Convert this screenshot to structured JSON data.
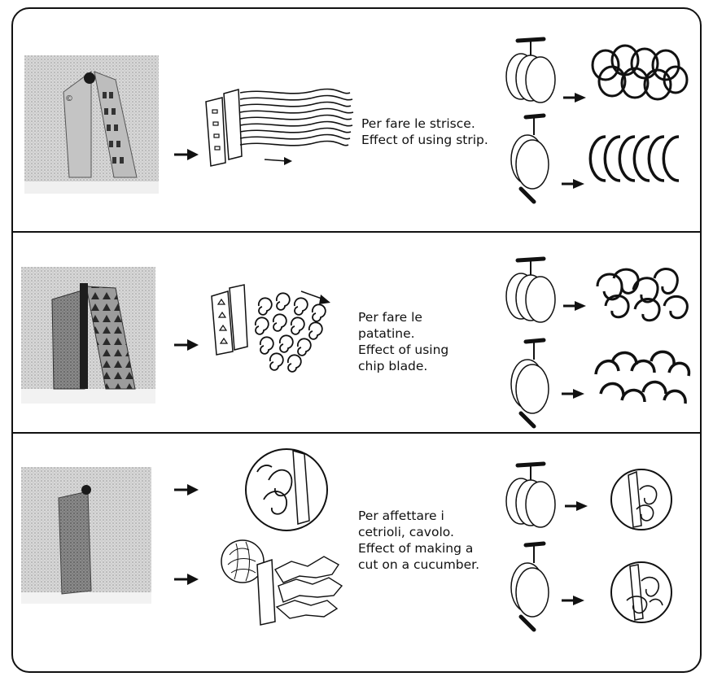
{
  "sections": [
    {
      "caption_it": "Per fare le strisce.",
      "caption_en": "Effect of using strip."
    },
    {
      "caption_it": "Per fare le\npatatine.",
      "caption_en": "Effect of using\nchip blade."
    },
    {
      "caption_it": "Per affettare i\ncetrioli, cavolo.",
      "caption_en": "Effect of making a\ncut on a cucumber."
    }
  ],
  "icons": {
    "arrow": "arrow-right-icon",
    "blade_photo": "mandoline-blade-photo",
    "vegetable": "vegetable-holder-icon",
    "result": "cut-result-icon"
  }
}
